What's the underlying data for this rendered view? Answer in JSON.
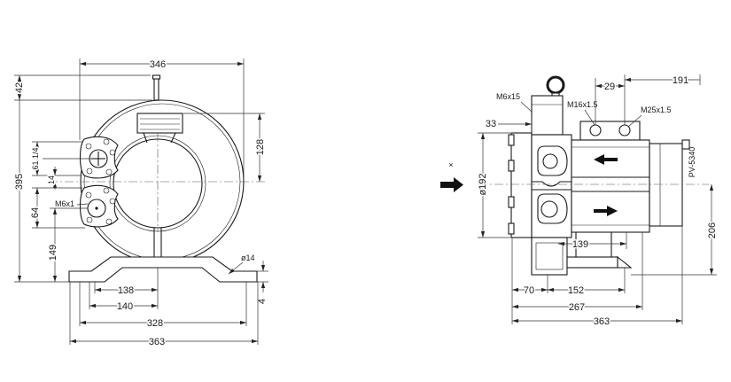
{
  "left_view": {
    "dim_346": "346",
    "dim_42": "42",
    "dim_395": "395",
    "dim_port_upper": "61 1/4",
    "dim_14": "14",
    "dim_64": "64",
    "dim_149": "149",
    "dim_128": "128",
    "dim_hole": "ø14",
    "dim_4": "4",
    "dim_138": "138",
    "dim_140": "140",
    "dim_328": "328",
    "dim_363": "363",
    "thread_label": "M6x1"
  },
  "right_view": {
    "flow_marker": "×",
    "thread_m6": "M6x15",
    "thread_m16": "M16x1.5",
    "thread_m25": "M25x1.5",
    "dim_29": "29",
    "dim_191": "191",
    "dim_33": "33",
    "dim_192": "ø192",
    "model": "PV-5340",
    "dim_206": "206",
    "dim_139": "139",
    "dim_70": "70",
    "dim_152": "152",
    "dim_267": "267",
    "dim_363": "363"
  }
}
